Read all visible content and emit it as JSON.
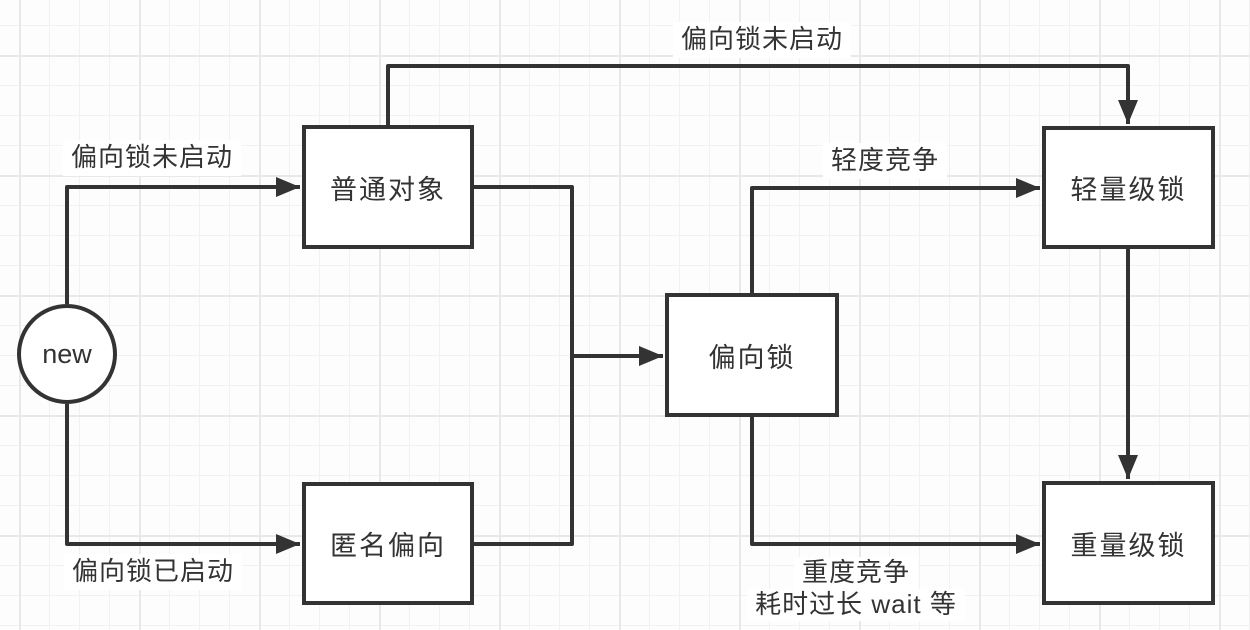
{
  "diagram": {
    "type": "flowchart",
    "nodes": {
      "new": {
        "label": "new",
        "shape": "circle"
      },
      "ordinary": {
        "label": "普通对象",
        "shape": "rect"
      },
      "anonymous": {
        "label": "匿名偏向",
        "shape": "rect"
      },
      "biased": {
        "label": "偏向锁",
        "shape": "rect"
      },
      "lightweight": {
        "label": "轻量级锁",
        "shape": "rect"
      },
      "heavyweight": {
        "label": "重量级锁",
        "shape": "rect"
      }
    },
    "edge_labels": {
      "bypass_top": "偏向锁未启动",
      "new_to_ordinary": "偏向锁未启动",
      "new_to_anonymous": "偏向锁已启动",
      "light_contention": "轻度竞争",
      "heavy_contention_line1": "重度竞争",
      "heavy_contention_line2": "耗时过长 wait 等"
    },
    "colors": {
      "stroke": "#333333",
      "node_fill": "#ffffff",
      "text": "#333333",
      "canvas_bg": "#fdfdfe",
      "grid_minor": "#f1f1f4",
      "grid_major": "#e8e8eb"
    }
  }
}
